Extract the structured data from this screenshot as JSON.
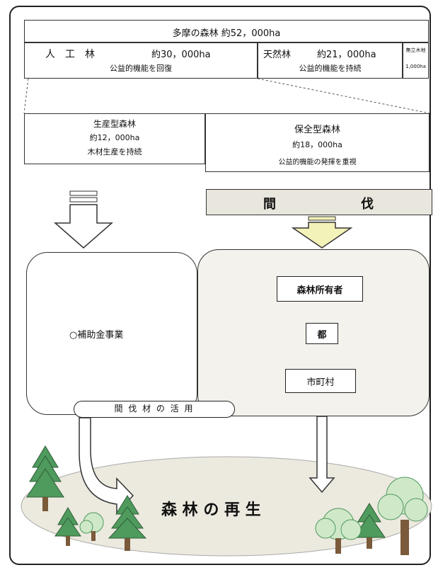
{
  "top": {
    "title": "多摩の森林  約52，000ha",
    "artificial": {
      "name": "人　工　林",
      "area": "約30，000ha",
      "function": "公益的機能を回復"
    },
    "natural": {
      "name": "天然林",
      "area": "約21，000ha",
      "function": "公益的機能を持続"
    },
    "reserve": {
      "name": "無立木地",
      "area": "1,000ha"
    }
  },
  "split": {
    "production": {
      "name": "生産型森林",
      "area": "約12，000ha",
      "function": "木材生産を持続"
    },
    "conservation": {
      "name": "保全型森林",
      "area": "約18，000ha",
      "function": "公益的機能の発揮を重視"
    }
  },
  "thinning_banner": {
    "left": "間",
    "right": "伐"
  },
  "left_panel": {
    "subsidy": "○補助金事業"
  },
  "right_panel": {
    "owner": "森林所有者",
    "metro": "都",
    "municipality": "市町村"
  },
  "utilization_pill": "間 伐 材 の 活 用",
  "result": "森 林 の 再 生",
  "colors": {
    "banner_bg": "#e9e6de",
    "arrow_yellow": "#f3f2b8",
    "tree_green": "#4f9a5d",
    "tree_light": "#cfe8c8",
    "ground": "#ece9df"
  }
}
